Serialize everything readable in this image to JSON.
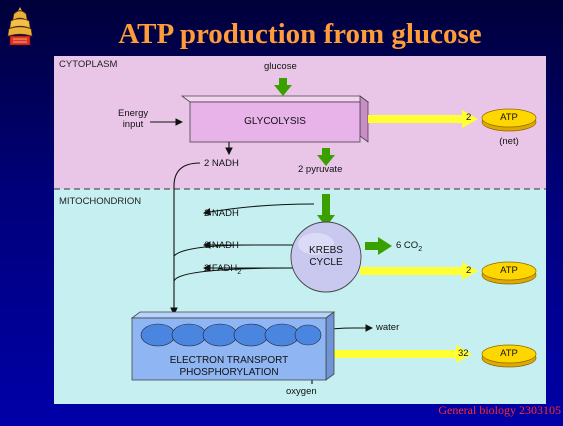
{
  "slide": {
    "title": "ATP production from glucose",
    "footer": "General biology 2303105"
  },
  "diagram": {
    "regions": {
      "cytoplasm": "CYTOPLASM",
      "mitochondrion": "MITOCHONDRION"
    },
    "inputs": {
      "glucose": "glucose",
      "energy_input": [
        "Energy",
        "input"
      ],
      "water": "water",
      "oxygen": "oxygen"
    },
    "processes": {
      "glycolysis": "GLYCOLYSIS",
      "krebs": [
        "KREBS",
        "CYCLE"
      ],
      "etp": [
        "ELECTRON TRANSPORT",
        "PHOSPHORYLATION"
      ]
    },
    "products": {
      "nadh_glycolysis": "2 NADH",
      "pyruvate": "2 pyruvate",
      "nadh_transition": "2 NADH",
      "nadh_krebs": "6 NADH",
      "fadh2_krebs": "2 FADH",
      "fadh2_subscript": "2",
      "co2": "6 CO",
      "co2_subscript": "2"
    },
    "atp_yields": [
      {
        "count": "2",
        "label": "ATP",
        "note": "(net)"
      },
      {
        "count": "2",
        "label": "ATP",
        "note": ""
      },
      {
        "count": "32",
        "label": "ATP",
        "note": ""
      }
    ],
    "colors": {
      "cytoplasm_bg": "#e9c6e8",
      "mitochondrion_bg": "#c5eff0",
      "glycolysis_box": "#e8b3e8",
      "krebs_fill": "#c9c9ef",
      "etp_box": "#8fb6f3",
      "atp_coin": "#ffd700",
      "yellow_arrow": "#ffff33",
      "green_arrow": "#3aa000",
      "title": "#ff9c3a",
      "footer": "#ff2a2a"
    }
  }
}
